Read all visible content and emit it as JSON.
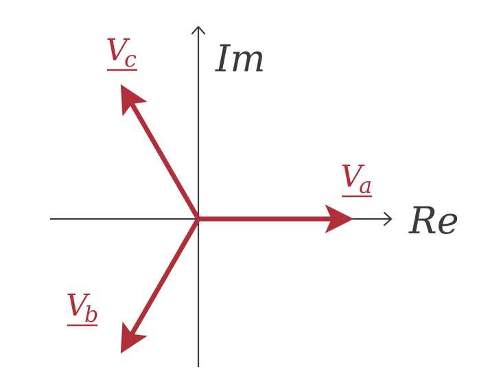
{
  "axes": {
    "real_label": "Re",
    "imag_label": "Im"
  },
  "phasors": [
    {
      "id": "a",
      "symbol": "V",
      "subscript": "a",
      "angle_deg": 0
    },
    {
      "id": "b",
      "symbol": "V",
      "subscript": "b",
      "angle_deg": -120
    },
    {
      "id": "c",
      "symbol": "V",
      "subscript": "c",
      "angle_deg": 120
    }
  ],
  "colors": {
    "phasor": "#b0303a",
    "axis": "#3a3a3a"
  }
}
